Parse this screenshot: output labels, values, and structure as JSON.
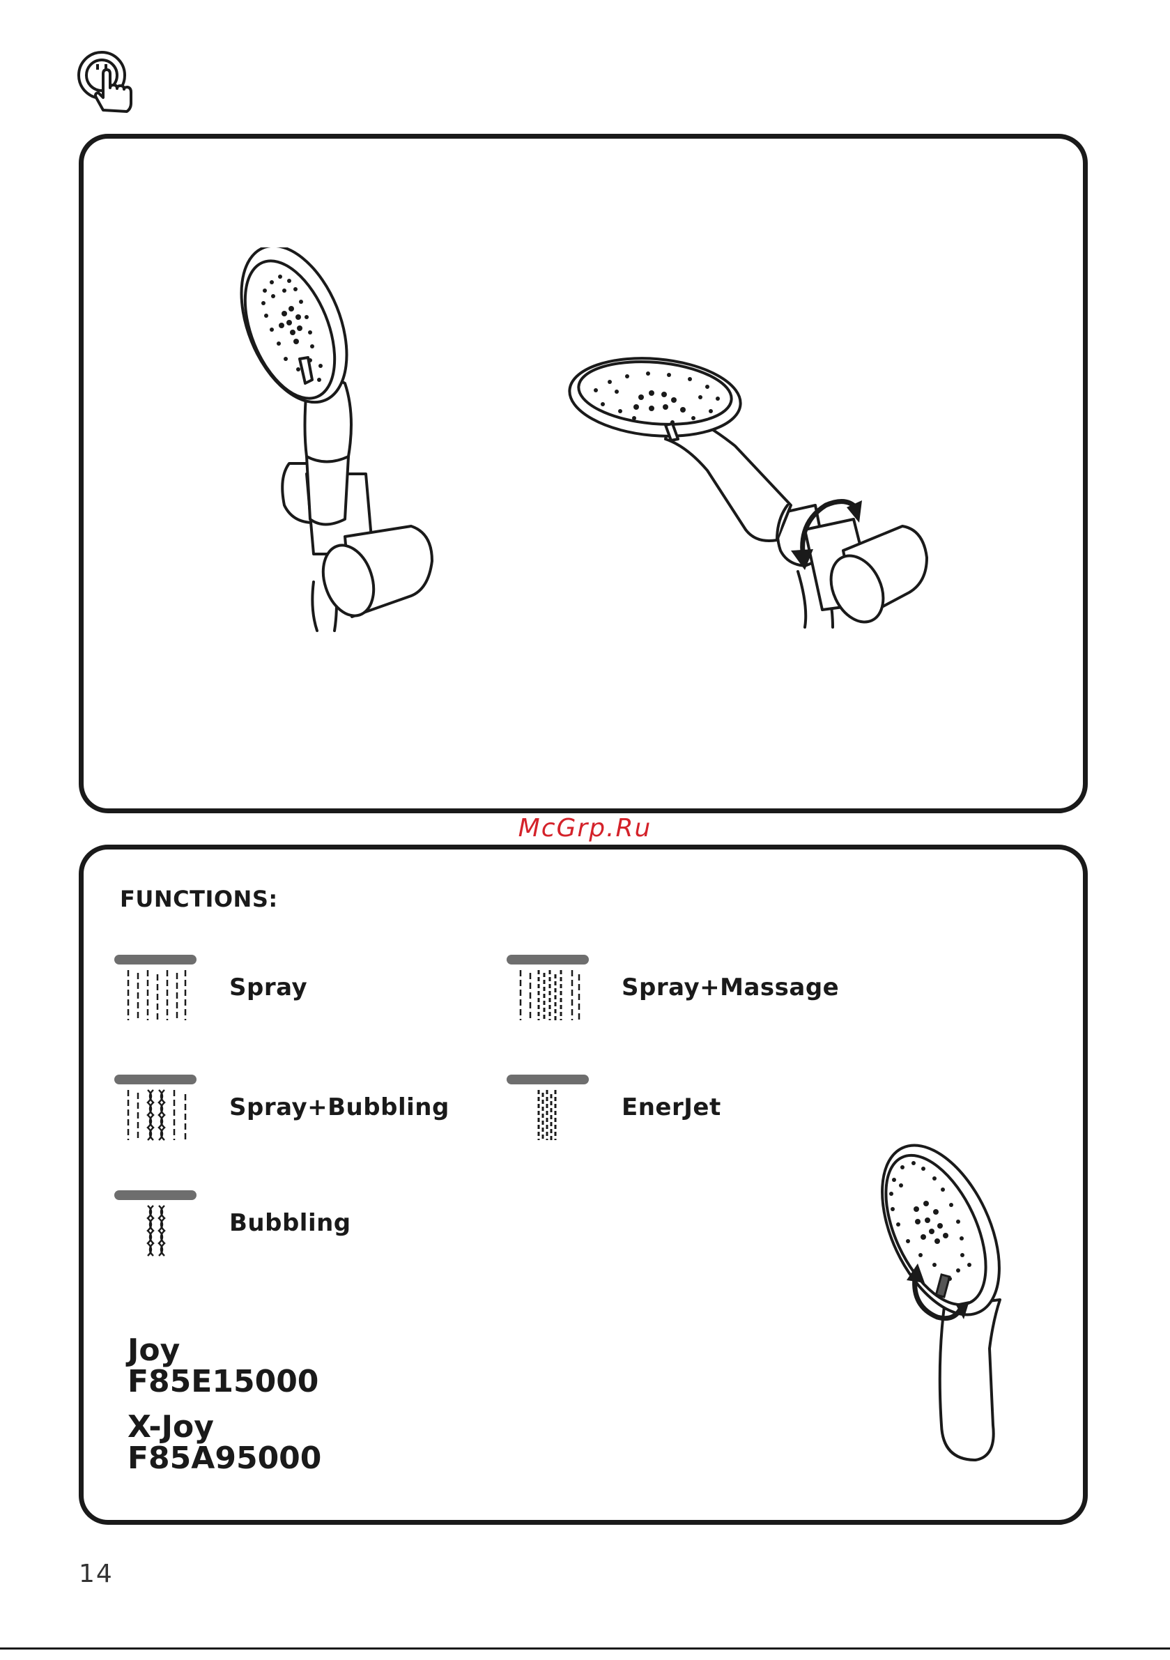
{
  "watermark": "McGrp.Ru",
  "functions": {
    "heading": "FUNCTIONS:",
    "items": [
      {
        "label": "Spray",
        "icon": "spray-icon"
      },
      {
        "label": "Spray+Massage",
        "icon": "spray-massage-icon"
      },
      {
        "label": "Spray+Bubbling",
        "icon": "spray-bubbling-icon"
      },
      {
        "label": "EnerJet",
        "icon": "enerjet-icon"
      },
      {
        "label": "Bubbling",
        "icon": "bubbling-icon"
      }
    ]
  },
  "models": [
    {
      "name": "Joy",
      "code": "F85E15000"
    },
    {
      "name": "X-Joy",
      "code": "F85A95000"
    }
  ],
  "page_number": "14",
  "colors": {
    "watermark": "#d4222a",
    "line": "#1a1a1a",
    "bar": "#6e6e6e"
  }
}
